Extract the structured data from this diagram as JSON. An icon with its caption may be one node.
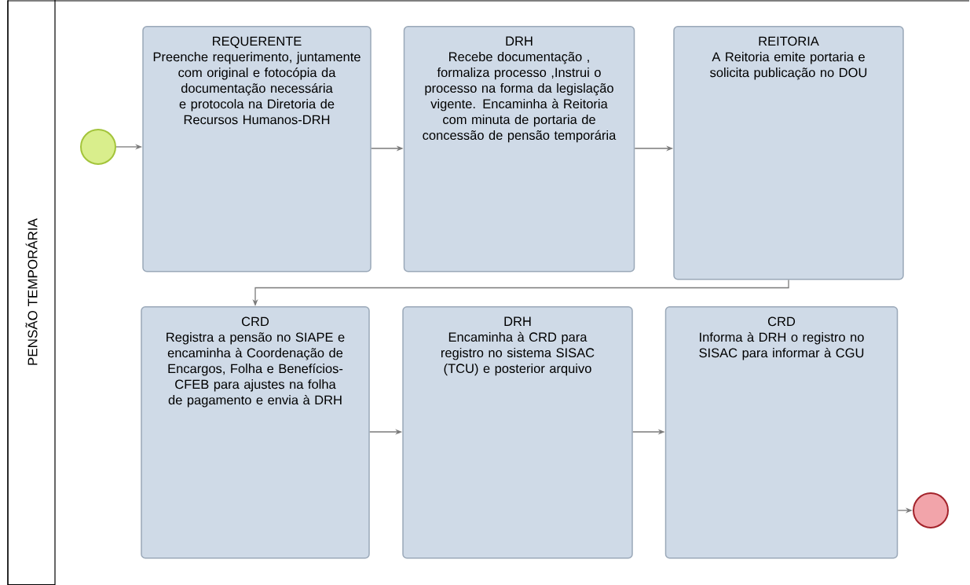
{
  "diagram": {
    "nodes": [
      {
        "text": [
          "PENSÃO TEMPORÁRIA"
        ]
      },
      {
        "text": [],
        "shape": "circle"
      },
      {
        "text": [
          "REQUERENTE",
          "Preenche requerimento, juntamente com original e fotocópia da documentação necessária  e protocola na Diretoria de Recursos Humanos-DRH"
        ]
      },
      {
        "text": [
          "DRH",
          "Recebe documentação , formaliza processo ,Instrui o processo na forma da legislação vigente. Encaminha à Reitoria com minuta de portaria de concessão de pensão temporária"
        ]
      },
      {
        "text": [
          "REITORIA",
          "A Reitoria emite portaria e solicita publicação no DOU"
        ]
      },
      {
        "text": [
          "CRD",
          "Registra a pensão no SIAPE e encaminha à Coordenação de Encargos, Folha e Benefícios-CFEB para ajustes na folha de pagamento e envia à DRH"
        ]
      },
      {
        "text": [
          "DRH",
          "Encaminha à CRD para registro no sistema SISAC (TCU) e posterior arquivo"
        ]
      },
      {
        "text": [
          "CRD",
          "Informa à DRH o registro no SISAC para informar à CGU"
        ]
      },
      {
        "text": [],
        "shape": "circle"
      }
    ],
    "edges": [
      {
        "from": 1,
        "to": 2,
        "arrow": "to"
      },
      {
        "from": 2,
        "to": 3,
        "arrow": "to"
      },
      {
        "from": 3,
        "to": 4,
        "arrow": "to"
      },
      {
        "from": 4,
        "to": 5,
        "arrow": "to"
      },
      {
        "from": 5,
        "to": 6,
        "arrow": "to"
      },
      {
        "from": 6,
        "to": 7,
        "arrow": "to"
      },
      {
        "from": 7,
        "to": 8,
        "arrow": "to"
      }
    ]
  }
}
